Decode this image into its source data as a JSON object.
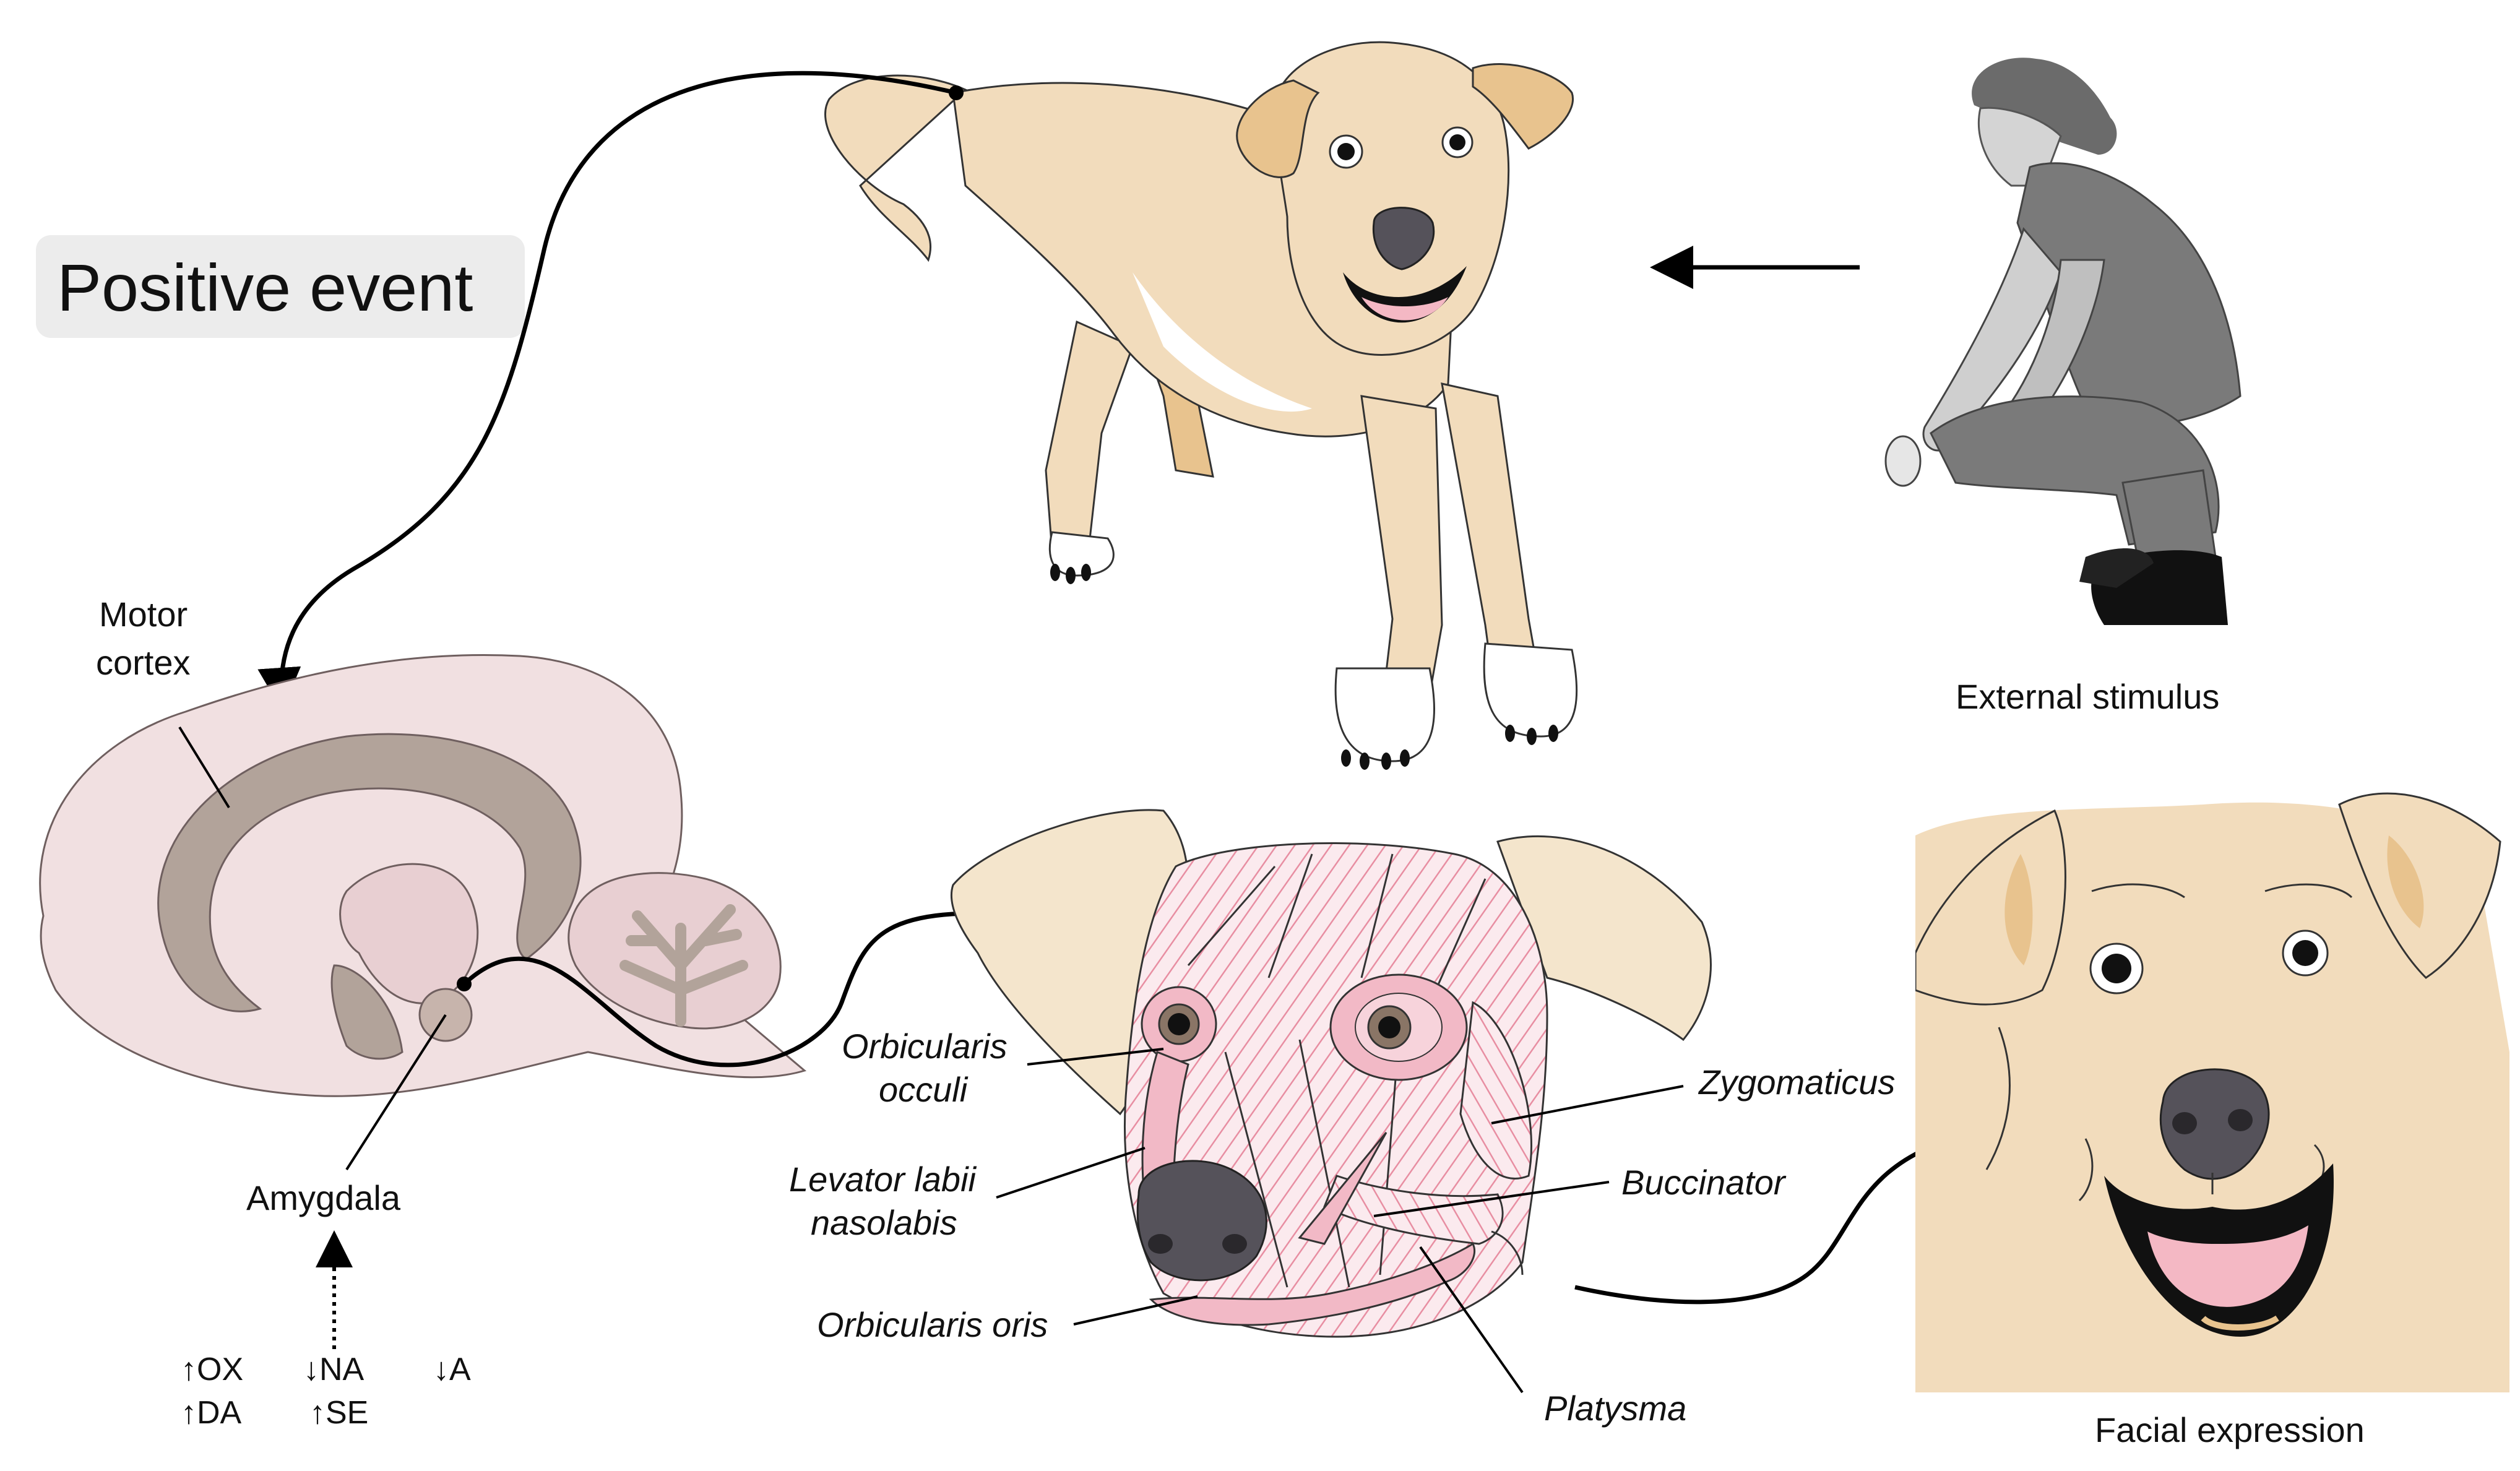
{
  "title": "Positive event",
  "stimulus_label": "External stimulus",
  "expression_label": "Facial expression",
  "brain": {
    "motor_cortex_line1": "Motor",
    "motor_cortex_line2": "cortex",
    "amygdala": "Amygdala"
  },
  "hormones": {
    "row1": [
      "↑OX",
      "↓NA",
      "↓A"
    ],
    "row2": [
      "↑DA",
      "↑SE"
    ]
  },
  "muscles": {
    "orbicularis_occuli_1": "Orbicularis",
    "orbicularis_occuli_2": "occuli",
    "levator_1": "Levator labii",
    "levator_2": "nasolabis",
    "orbicularis_oris": "Orbicularis oris",
    "zygomaticus": "Zygomaticus",
    "buccinator": "Buccinator",
    "platysma": "Platysma"
  },
  "colors": {
    "dog_fur": "#f2dcbc",
    "dog_shade": "#e8c38e",
    "brain_outer": "#f1e0e1",
    "brain_inner": "#b2a39a",
    "muscle": "#f2b9c6",
    "person": "#7a7a7a",
    "label_box": "#ececec"
  }
}
